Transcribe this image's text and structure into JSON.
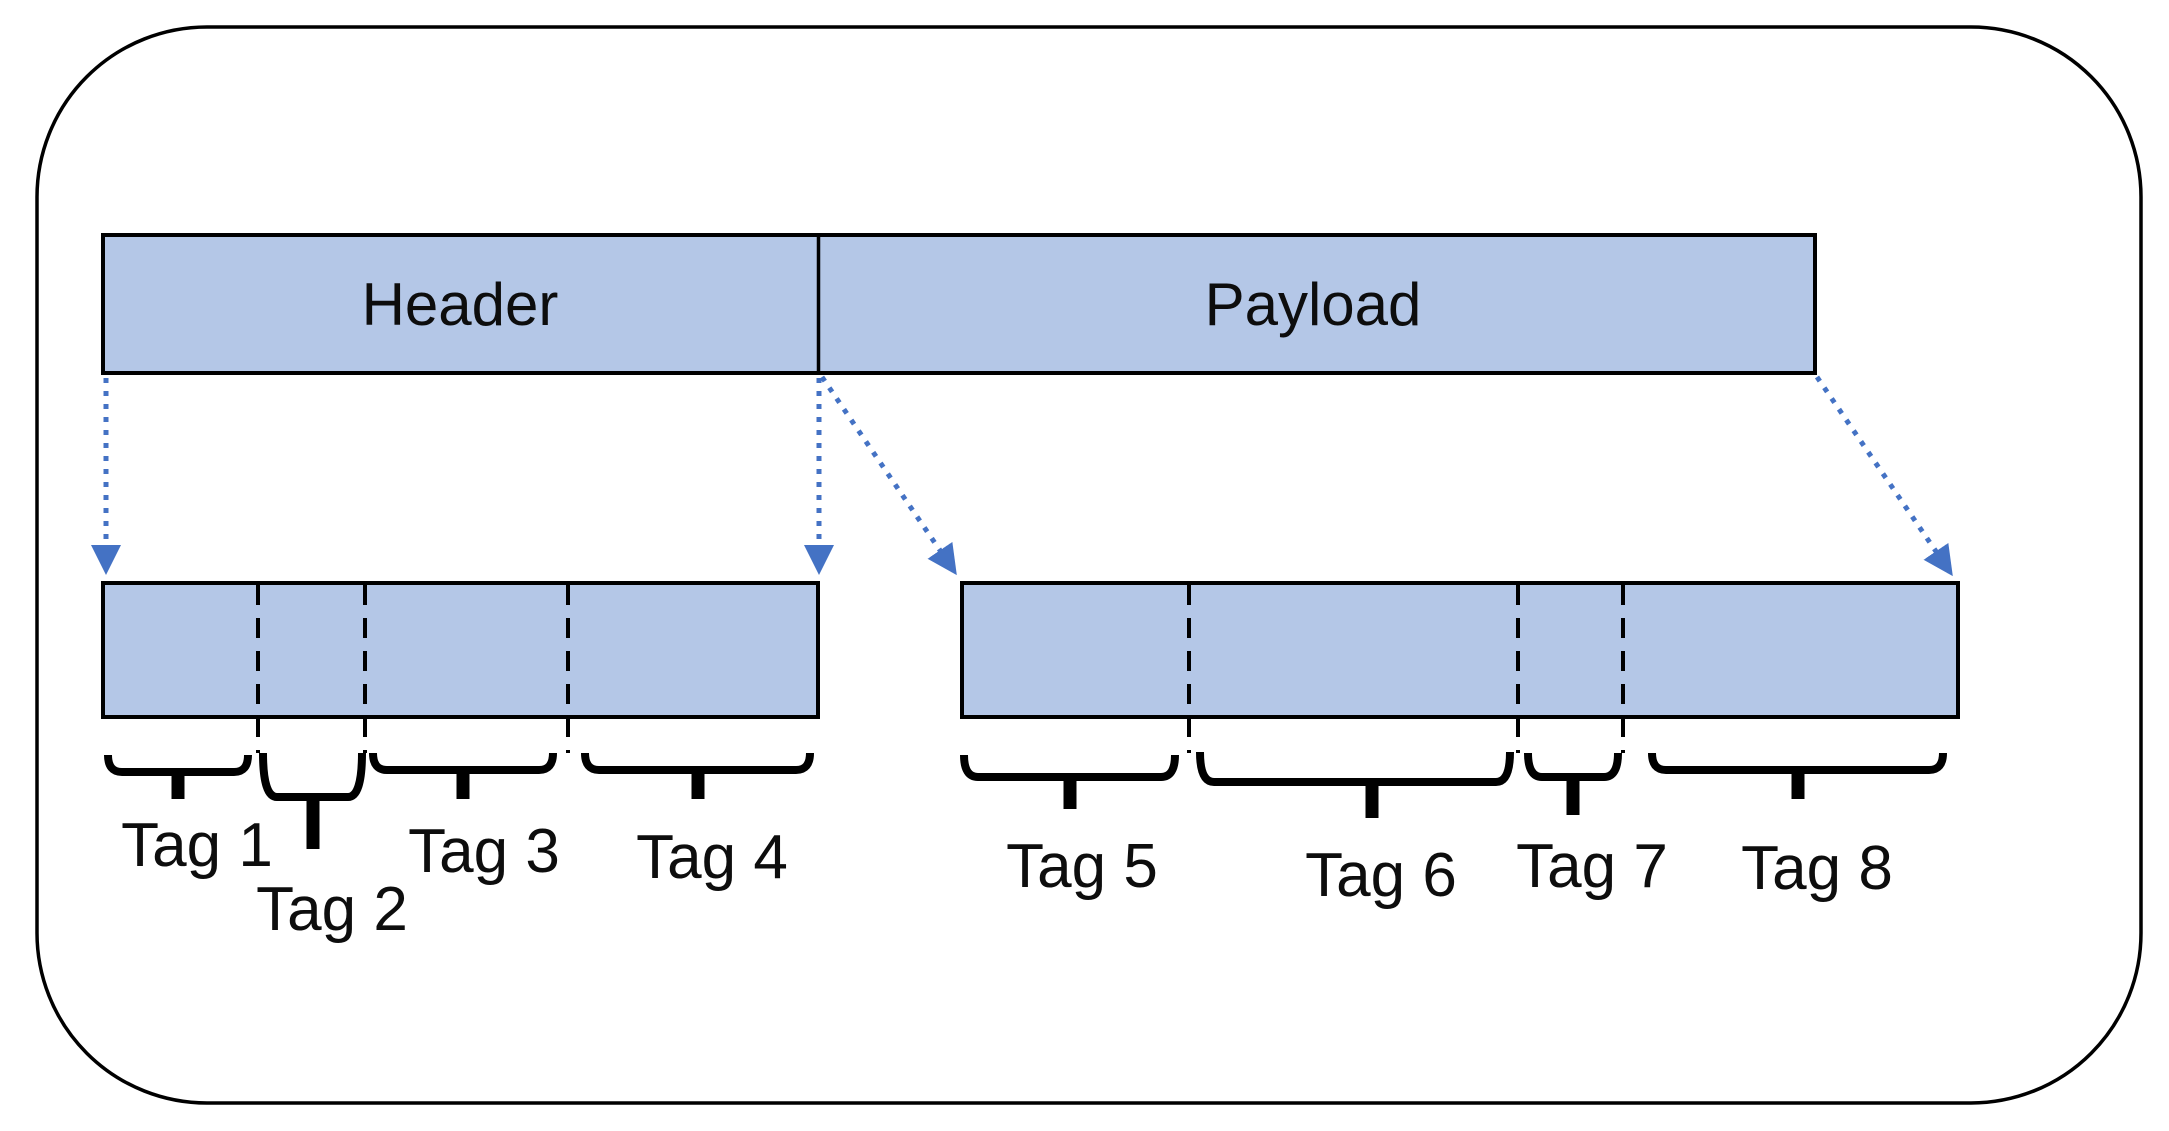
{
  "diagram": {
    "top_bar": {
      "header_label": "Header",
      "payload_label": "Payload"
    },
    "tags": [
      {
        "label": "Tag 1"
      },
      {
        "label": "Tag 2"
      },
      {
        "label": "Tag 3"
      },
      {
        "label": "Tag 4"
      },
      {
        "label": "Tag 5"
      },
      {
        "label": "Tag 6"
      },
      {
        "label": "Tag 7"
      },
      {
        "label": "Tag 8"
      }
    ],
    "icons": {
      "arrows": [
        "dotted-arrow-header-start",
        "dotted-arrow-header-end",
        "dotted-arrow-payload-start",
        "dotted-arrow-payload-end"
      ]
    },
    "colors": {
      "bar_fill": "#b4c7e7",
      "outline": "#000000",
      "arrow": "#4472c4",
      "label_text": "#0d0d0d"
    }
  }
}
